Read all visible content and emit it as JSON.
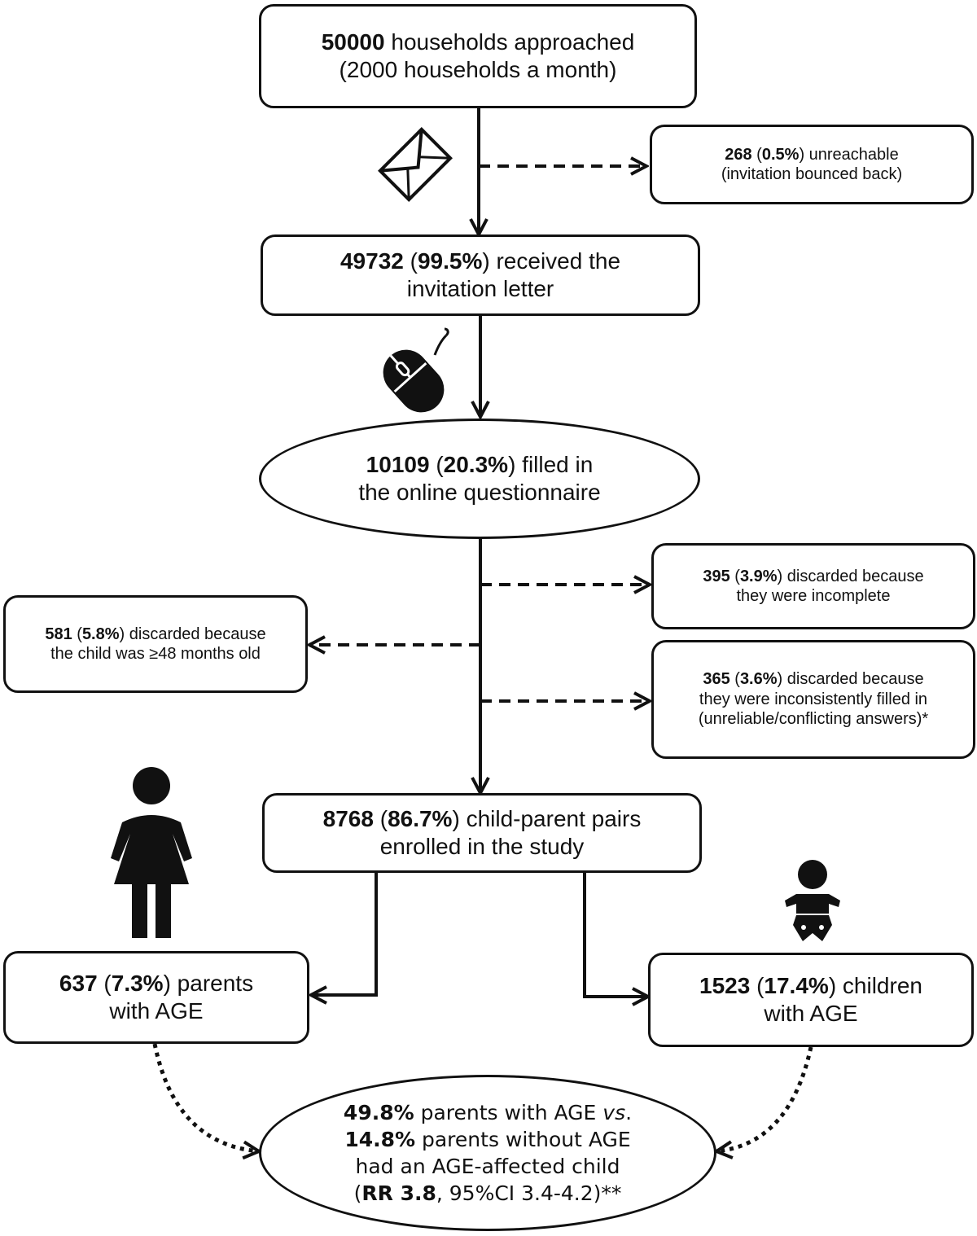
{
  "nodes": {
    "approached": {
      "lines": [
        {
          "bold": "50000",
          "text": " households approached"
        },
        {
          "text": "(2000 households a month)"
        }
      ]
    },
    "unreachable": {
      "lines": [
        {
          "bold": "268",
          "text": " (",
          "bold2": "0.5%",
          "text2": ") unreachable"
        },
        {
          "text": "(invitation bounced back)"
        }
      ]
    },
    "received": {
      "lines": [
        {
          "bold": "49732",
          "text": " (",
          "bold2": "99.5%",
          "text2": ") received the"
        },
        {
          "text": "invitation letter"
        }
      ]
    },
    "filled": {
      "lines": [
        {
          "bold": "10109",
          "text": " (",
          "bold2": "20.3%",
          "text2": ") filled in"
        },
        {
          "text": "the online questionnaire"
        }
      ]
    },
    "incomplete": {
      "lines": [
        {
          "bold": "395",
          "text": " (",
          "bold2": "3.9%",
          "text2": ") discarded because"
        },
        {
          "text": "they were incomplete"
        }
      ]
    },
    "age48": {
      "lines": [
        {
          "bold": "581",
          "text": " (",
          "bold2": "5.8%",
          "text2": ") discarded because"
        },
        {
          "text": "the child was ≥48 months old"
        }
      ]
    },
    "inconsistent": {
      "lines": [
        {
          "bold": "365",
          "text": " (",
          "bold2": "3.6%",
          "text2": ") discarded because"
        },
        {
          "text": "they were inconsistently filled in"
        },
        {
          "text": "(unreliable/conflicting answers)*"
        }
      ]
    },
    "enrolled": {
      "lines": [
        {
          "bold": "8768",
          "text": " (",
          "bold2": "86.7%",
          "text2": ") child-parent pairs"
        },
        {
          "text": "enrolled in the study"
        }
      ]
    },
    "parents": {
      "lines": [
        {
          "bold": "637",
          "text": " (",
          "bold2": "7.3%",
          "text2": ") parents"
        },
        {
          "text": "with AGE"
        }
      ]
    },
    "children": {
      "lines": [
        {
          "bold": "1523",
          "text": " (",
          "bold2": "17.4%",
          "text2": ") children"
        },
        {
          "text": "with AGE"
        }
      ]
    },
    "result": {
      "lines": [
        {
          "bold": "49.8%",
          "text": " parents with AGE ",
          "italic": "vs",
          "text2": "."
        },
        {
          "bold": "14.8%",
          "text": " parents without AGE"
        },
        {
          "text": "had an AGE-affected child"
        },
        {
          "text": "(",
          "bold": "RR 3.8",
          "text2": ", 95%CI 3.4-4.2)**"
        }
      ]
    }
  },
  "icons": [
    "envelope-icon",
    "computer-mouse-icon",
    "woman-icon",
    "baby-icon"
  ],
  "colors": {
    "stroke": "#111111",
    "background": "#ffffff"
  }
}
